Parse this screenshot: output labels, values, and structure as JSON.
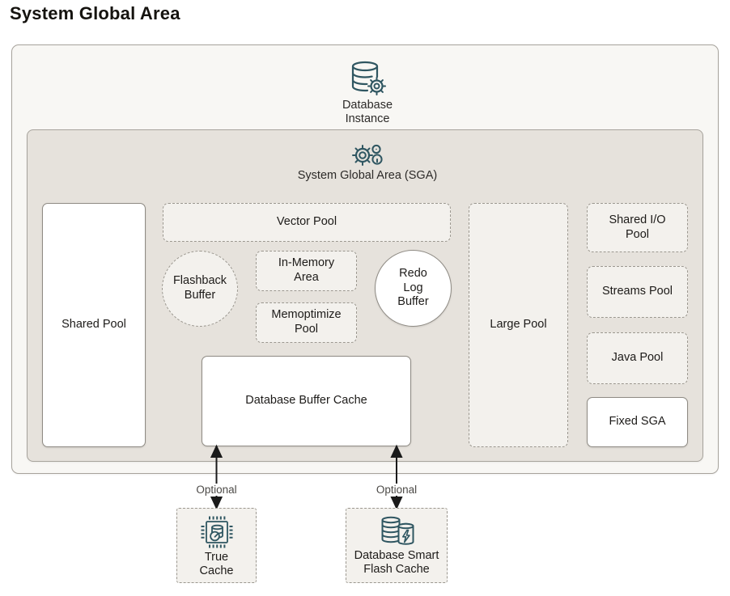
{
  "title": "System Global Area",
  "diagram": {
    "instance": {
      "label": "Database\nInstance",
      "icon": "database-gear-icon"
    },
    "sga": {
      "label": "System Global Area (SGA)",
      "icon": "gear-clock-icon"
    },
    "nodes": {
      "shared_pool": {
        "label": "Shared Pool",
        "style": "solid"
      },
      "vector_pool": {
        "label": "Vector Pool",
        "style": "dashed"
      },
      "flashback_buffer": {
        "label": "Flashback\nBuffer",
        "style": "dashed-circle"
      },
      "in_memory_area": {
        "label": "In-Memory\nArea",
        "style": "dashed"
      },
      "memoptimize_pool": {
        "label": "Memoptimize\nPool",
        "style": "dashed"
      },
      "redo_log_buffer": {
        "label": "Redo\nLog\nBuffer",
        "style": "solid-circle"
      },
      "database_buffer_cache": {
        "label": "Database Buffer Cache",
        "style": "solid"
      },
      "large_pool": {
        "label": "Large Pool",
        "style": "dashed"
      },
      "shared_io_pool": {
        "label": "Shared I/O\nPool",
        "style": "dashed"
      },
      "streams_pool": {
        "label": "Streams Pool",
        "style": "dashed"
      },
      "java_pool": {
        "label": "Java Pool",
        "style": "dashed"
      },
      "fixed_sga": {
        "label": "Fixed SGA",
        "style": "solid"
      }
    },
    "connections": [
      {
        "label": "Optional",
        "type": "double-arrow"
      },
      {
        "label": "Optional",
        "type": "double-arrow"
      }
    ],
    "external_nodes": {
      "true_cache": {
        "label": "True\nCache",
        "icon": "chip-cache-icon"
      },
      "flash_cache": {
        "label": "Database Smart\nFlash Cache",
        "icon": "database-flash-icon"
      }
    },
    "colors": {
      "icon": "#2f5661",
      "inner_bg": "#e6e2dc",
      "outer_bg": "#f8f7f4"
    }
  }
}
